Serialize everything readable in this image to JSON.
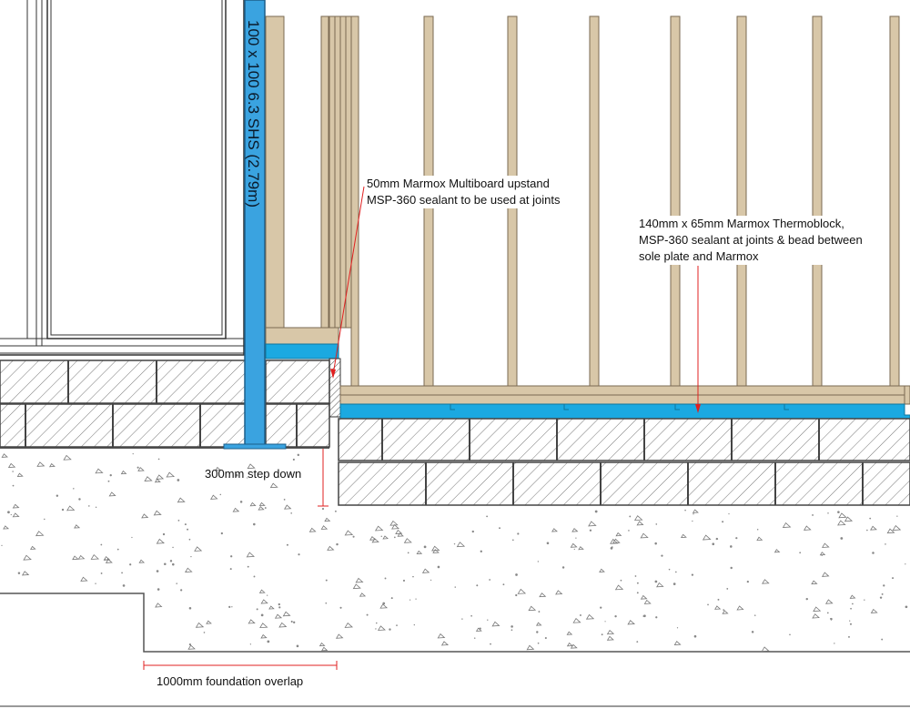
{
  "labels": {
    "shs": "100 x 100 6.3 SHS (2.79m)",
    "multiboard": [
      "50mm Marmox Multiboard upstand",
      "MSP-360 sealant to be used at joints"
    ],
    "thermoblock": [
      "140mm x 65mm Marmox Thermoblock,",
      "MSP-360 sealant at joints & bead between",
      "sole plate and Marmox"
    ],
    "step": "300mm step down",
    "overlap": "1000mm foundation overlap"
  },
  "colors": {
    "timber": "#d8c7a8",
    "timber_edge": "#7a6a52",
    "marmox": "#1ba9e1",
    "steel": "#3aa3e0",
    "concrete_dot": "#8a8a8a",
    "leader": "#e02020",
    "outline": "#444444"
  }
}
